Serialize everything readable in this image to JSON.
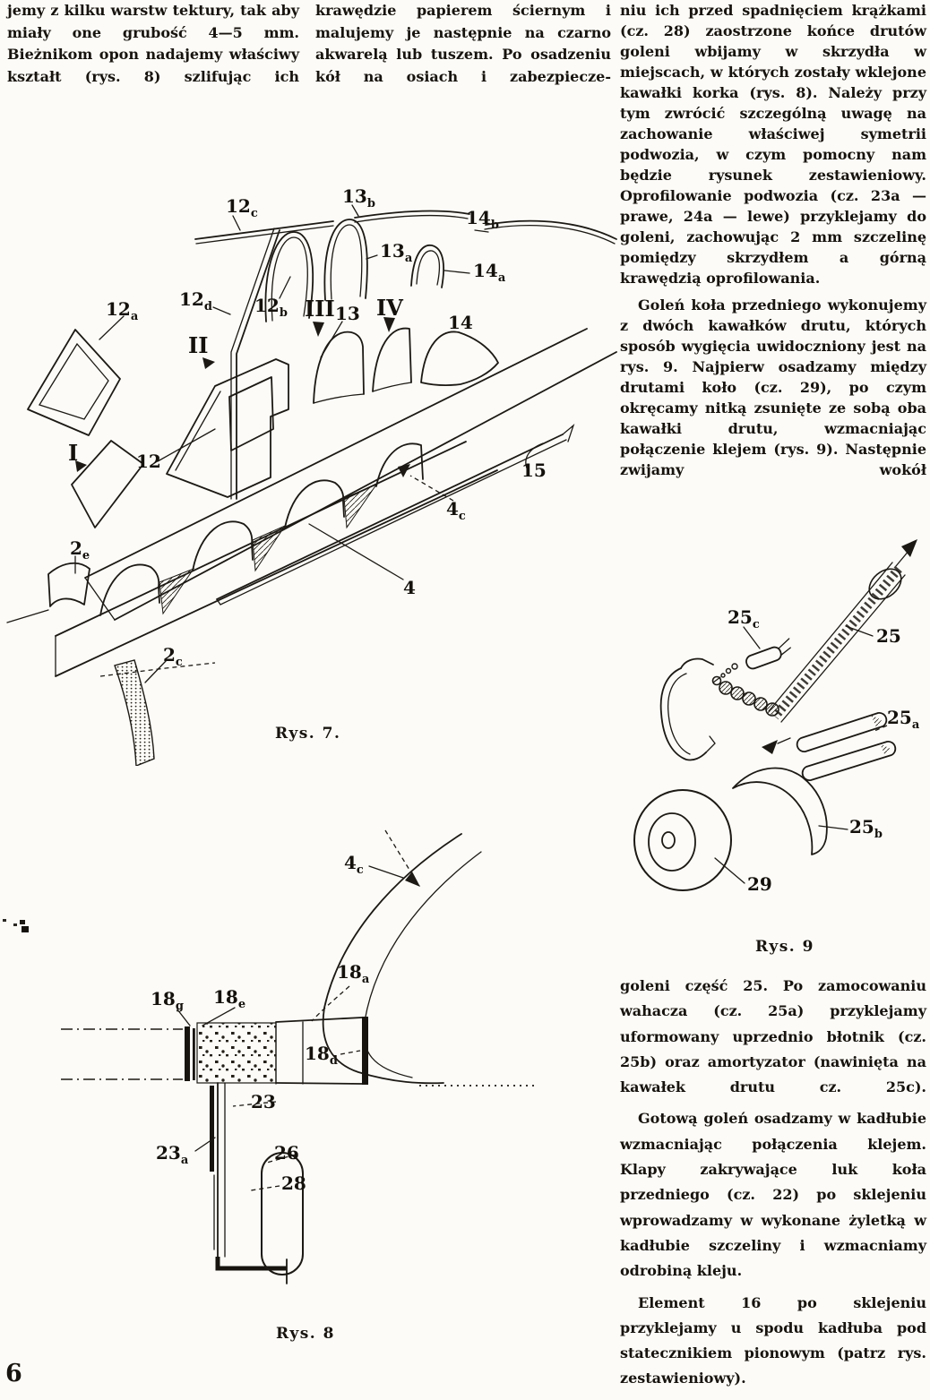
{
  "page": {
    "number": "6"
  },
  "columns": {
    "col1": {
      "text": "jemy z kilku warstw tektury, tak aby miały one grubość 4—5 mm. Bieżnikom opon nadajemy właściwy kształt (rys. 8) szlifując ich"
    },
    "col2": {
      "text": "krawędzie papierem ściernym i malujemy je następnie na czarno akwarelą lub tuszem. Po osadzeniu kół na osiach i zabezpiecze-"
    },
    "col3": {
      "para1": "niu ich przed spadnięciem krążkami (cz. 28) zaostrzone końce drutów goleni wbijamy w skrzydła w miejscach, w których zostały wklejone kawałki korka (rys. 8). Należy przy tym zwrócić szczególną uwagę na zachowanie właściwej symetrii podwozia, w czym pomocny nam będzie rysunek zestawieniowy. Oprofilowanie podwozia (cz. 23a — prawe, 24a — lewe) przyklejamy do goleni, zachowując 2 mm szczelinę pomiędzy skrzydłem a górną krawędzią oprofilowania.",
      "para2": "Goleń koła przedniego wykonujemy z dwóch kawałków drutu, których sposób wygięcia uwidoczniony jest na rys. 9. Najpierw osadzamy między drutami koło (cz. 29), po czym okręcamy nitką zsunięte ze sobą oba kawałki drutu, wzmacniając połączenie klejem (rys. 9). Następnie zwijamy wokół",
      "para3": "goleni część 25. Po zamocowaniu wahacza (cz. 25a) przyklejamy uformowany uprzednio błotnik (cz. 25b) oraz amortyzator (nawinięta na kawałek drutu cz. 25c).",
      "para4": "Gotową goleń osadzamy w kadłubie wzmacniając połączenia klejem. Klapy zakrywające luk koła przedniego (cz. 22) po sklejeniu wprowadzamy w wykonane żyletką w kadłubie szczeliny i wzmacniamy odrobiną kleju.",
      "para5": "Element 16 po sklejeniu przyklejamy u spodu kadłuba pod statecznikiem pionowym (patrz rys. zestawieniowy)."
    }
  },
  "figures": {
    "fig7": {
      "caption": "Rys. 7.",
      "labels": [
        {
          "n": "12",
          "s": "c"
        },
        {
          "n": "13",
          "s": "b"
        },
        {
          "n": "14",
          "s": "b"
        },
        {
          "n": "13",
          "s": "a"
        },
        {
          "n": "14",
          "s": "a"
        },
        {
          "n": "12",
          "s": "a"
        },
        {
          "n": "12",
          "s": "d"
        },
        {
          "n": "12",
          "s": "b"
        },
        {
          "n": "III",
          "s": ""
        },
        {
          "n": "13",
          "s": ""
        },
        {
          "n": "IV",
          "s": ""
        },
        {
          "n": "14",
          "s": ""
        },
        {
          "n": "II",
          "s": ""
        },
        {
          "n": "I",
          "s": ""
        },
        {
          "n": "12",
          "s": ""
        },
        {
          "n": "15",
          "s": ""
        },
        {
          "n": "4",
          "s": "c"
        },
        {
          "n": "4",
          "s": ""
        },
        {
          "n": "2",
          "s": "e"
        },
        {
          "n": "2",
          "s": "c"
        }
      ]
    },
    "fig8": {
      "caption": "Rys. 8",
      "labels": [
        {
          "n": "4",
          "s": "c"
        },
        {
          "n": "18",
          "s": "a"
        },
        {
          "n": "18",
          "s": "g"
        },
        {
          "n": "18",
          "s": "e"
        },
        {
          "n": "18",
          "s": "d"
        },
        {
          "n": "23",
          "s": ""
        },
        {
          "n": "23",
          "s": "a"
        },
        {
          "n": "26",
          "s": ""
        },
        {
          "n": "28",
          "s": ""
        }
      ]
    },
    "fig9": {
      "caption": "Rys. 9",
      "labels": [
        {
          "n": "25",
          "s": "c"
        },
        {
          "n": "25",
          "s": ""
        },
        {
          "n": "25",
          "s": "a"
        },
        {
          "n": "25",
          "s": "b"
        },
        {
          "n": "29",
          "s": ""
        }
      ]
    }
  }
}
